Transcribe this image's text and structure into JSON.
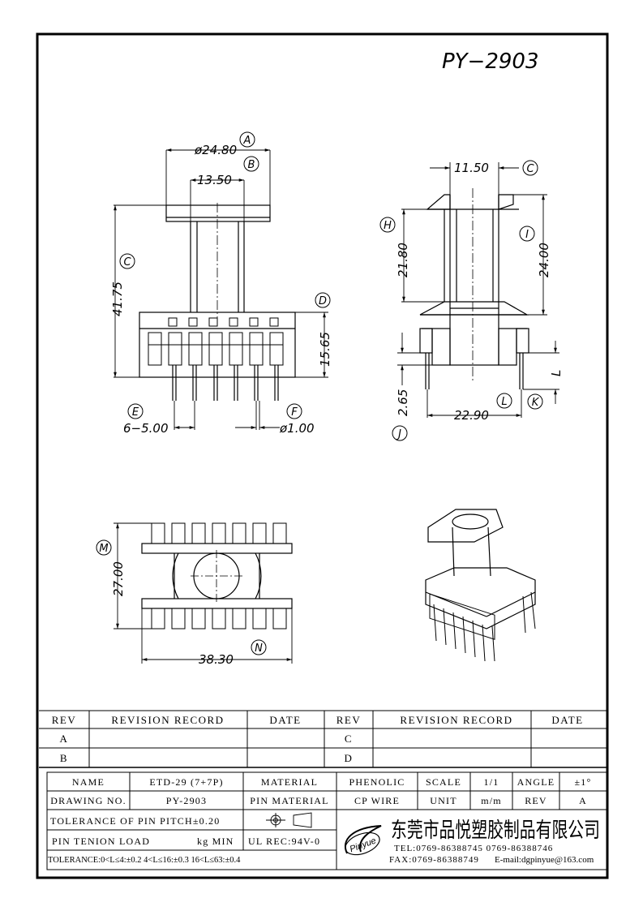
{
  "part_number": "PY−2903",
  "dims": {
    "a": "ø24.80",
    "b": "13.50",
    "c": "41.75",
    "d": "15.65",
    "e": "6−5.00",
    "f": "ø1.00",
    "side_c": "11.50",
    "h": "21.80",
    "i": "24.00",
    "j": "2.65",
    "l_dim": "22.90",
    "m": "27.00",
    "n": "38.30",
    "l_letter": "L"
  },
  "callouts": [
    "A",
    "B",
    "C",
    "D",
    "E",
    "F",
    "C",
    "H",
    "I",
    "J",
    "K",
    "L",
    "M",
    "N"
  ],
  "revision_table": {
    "headers": [
      "REV",
      "REVISION RECORD",
      "DATE",
      "REV",
      "REVISION RECORD",
      "DATE"
    ],
    "rows": [
      [
        "A",
        "",
        "",
        "C",
        "",
        ""
      ],
      [
        "B",
        "",
        "",
        "D",
        "",
        ""
      ]
    ]
  },
  "title_block": {
    "name_label": "NAME",
    "name_value": "ETD-29 (7+7P)",
    "material_label": "MATERIAL",
    "material_value": "PHENOLIC",
    "scale_label": "SCALE",
    "scale_value": "1/1",
    "angle_label": "ANGLE",
    "angle_value": "±1°",
    "drawing_no_label": "DRAWING NO.",
    "drawing_no_value": "PY-2903",
    "pin_material_label": "PIN MATERIAL",
    "pin_material_value": "CP WIRE",
    "unit_label": "UNIT",
    "unit_value": "m/m",
    "rev_label": "REV",
    "rev_value": "A",
    "tolerance_pitch": "TOLERANCE OF PIN PITCH±0.20",
    "pin_tension": "PIN TENION LOAD",
    "pin_tension_unit": "kg MIN",
    "ul_rec": "UL REC:94V-0",
    "tolerance_line": "TOLERANCE:0<L≤4:±0.2  4<L≤16:±0.3  16<L≤63:±0.4",
    "company_cn": "东莞市品悦塑胶制品有限公司",
    "logo_text": "Pinyue",
    "tel": "TEL:0769-86388745   0769-86388746",
    "fax": "FAX:0769-86388749",
    "email": "E-mail:dgpinyue@163.com"
  }
}
